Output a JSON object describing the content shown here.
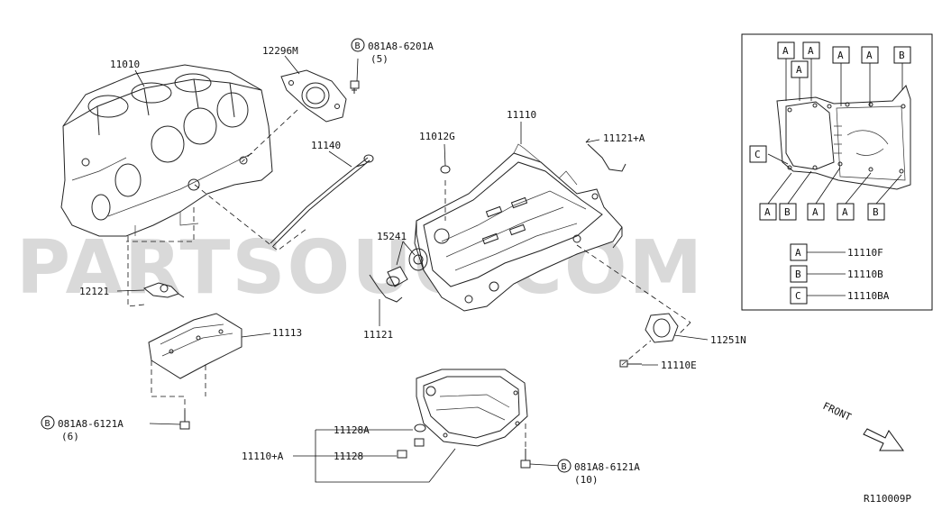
{
  "watermark": "PARTSOUQ.COM",
  "diagram_code": "R110009P",
  "front_label": "FRONT",
  "parts": {
    "p11010": "11010",
    "p12296m": "12296M",
    "bolt_6201": "081A8-6201A",
    "bolt_6201_qty": "(5)",
    "p11140": "11140",
    "p11012g": "11012G",
    "p11110": "11110",
    "p11121a": "11121+A",
    "p15241": "15241",
    "p12121": "12121",
    "p11121": "11121",
    "p11113": "11113",
    "p11251n": "11251N",
    "p11110e": "11110E",
    "bolt_6121_left": "081A8-6121A",
    "bolt_6121_left_qty": "(6)",
    "p11128a": "11128A",
    "p11110a": "11110+A",
    "p11128": "11128",
    "bolt_6121_right": "081A8-6121A",
    "bolt_6121_right_qty": "(10)",
    "bolt_marker": "B"
  },
  "inset": {
    "top_markers": [
      "A",
      "A",
      "A",
      "A",
      "A",
      "B"
    ],
    "left_marker": "C",
    "bottom_markers": [
      "A",
      "B",
      "A",
      "A",
      "B"
    ],
    "legend": [
      {
        "marker": "A",
        "part": "11110F"
      },
      {
        "marker": "B",
        "part": "11110B"
      },
      {
        "marker": "C",
        "part": "11110BA"
      }
    ]
  }
}
